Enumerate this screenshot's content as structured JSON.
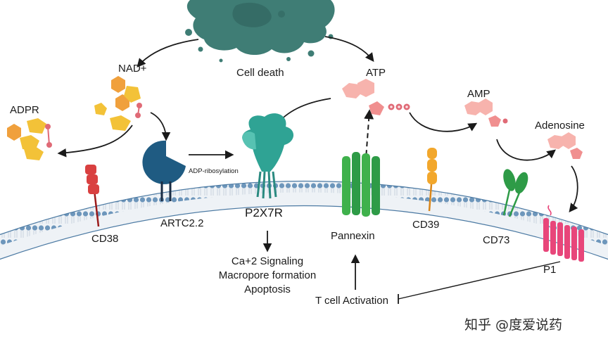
{
  "labels": {
    "cell_death": "Cell death",
    "nad": "NAD+",
    "adpr": "ADPR",
    "atp": "ATP",
    "amp": "AMP",
    "adenosine": "Adenosine",
    "adp_ribosylation": "ADP-ribosylation",
    "artc": "ARTC2.2",
    "cd38": "CD38",
    "p2x7r": "P2X7R",
    "pannexin": "Pannexin",
    "cd39": "CD39",
    "cd73": "CD73",
    "p1": "P1",
    "outcome_1": "Ca+2 Signaling",
    "outcome_2": "Macropore formation",
    "outcome_3": "Apoptosis",
    "t_cell": "T cell Activation"
  },
  "watermark": "知乎 @度爱说药",
  "colors": {
    "cell": "#3f7d75",
    "membrane_top": "#7fa7c8",
    "membrane_fill": "#eef2f6",
    "sugar_yellow": "#f3c238",
    "hex_orange": "#f0a03c",
    "pink": "#f08f8f",
    "pink_light": "#f7b3ad",
    "pink_dark": "#e06a76",
    "cd38_red": "#d94040",
    "artc_navy": "#1f5b82",
    "p2x7_teal": "#2fa394",
    "pannexin_green": "#3fb14c",
    "cd39_orange": "#f2a72c",
    "cd73_green": "#2e9b47",
    "p1_pink": "#e8467a"
  }
}
